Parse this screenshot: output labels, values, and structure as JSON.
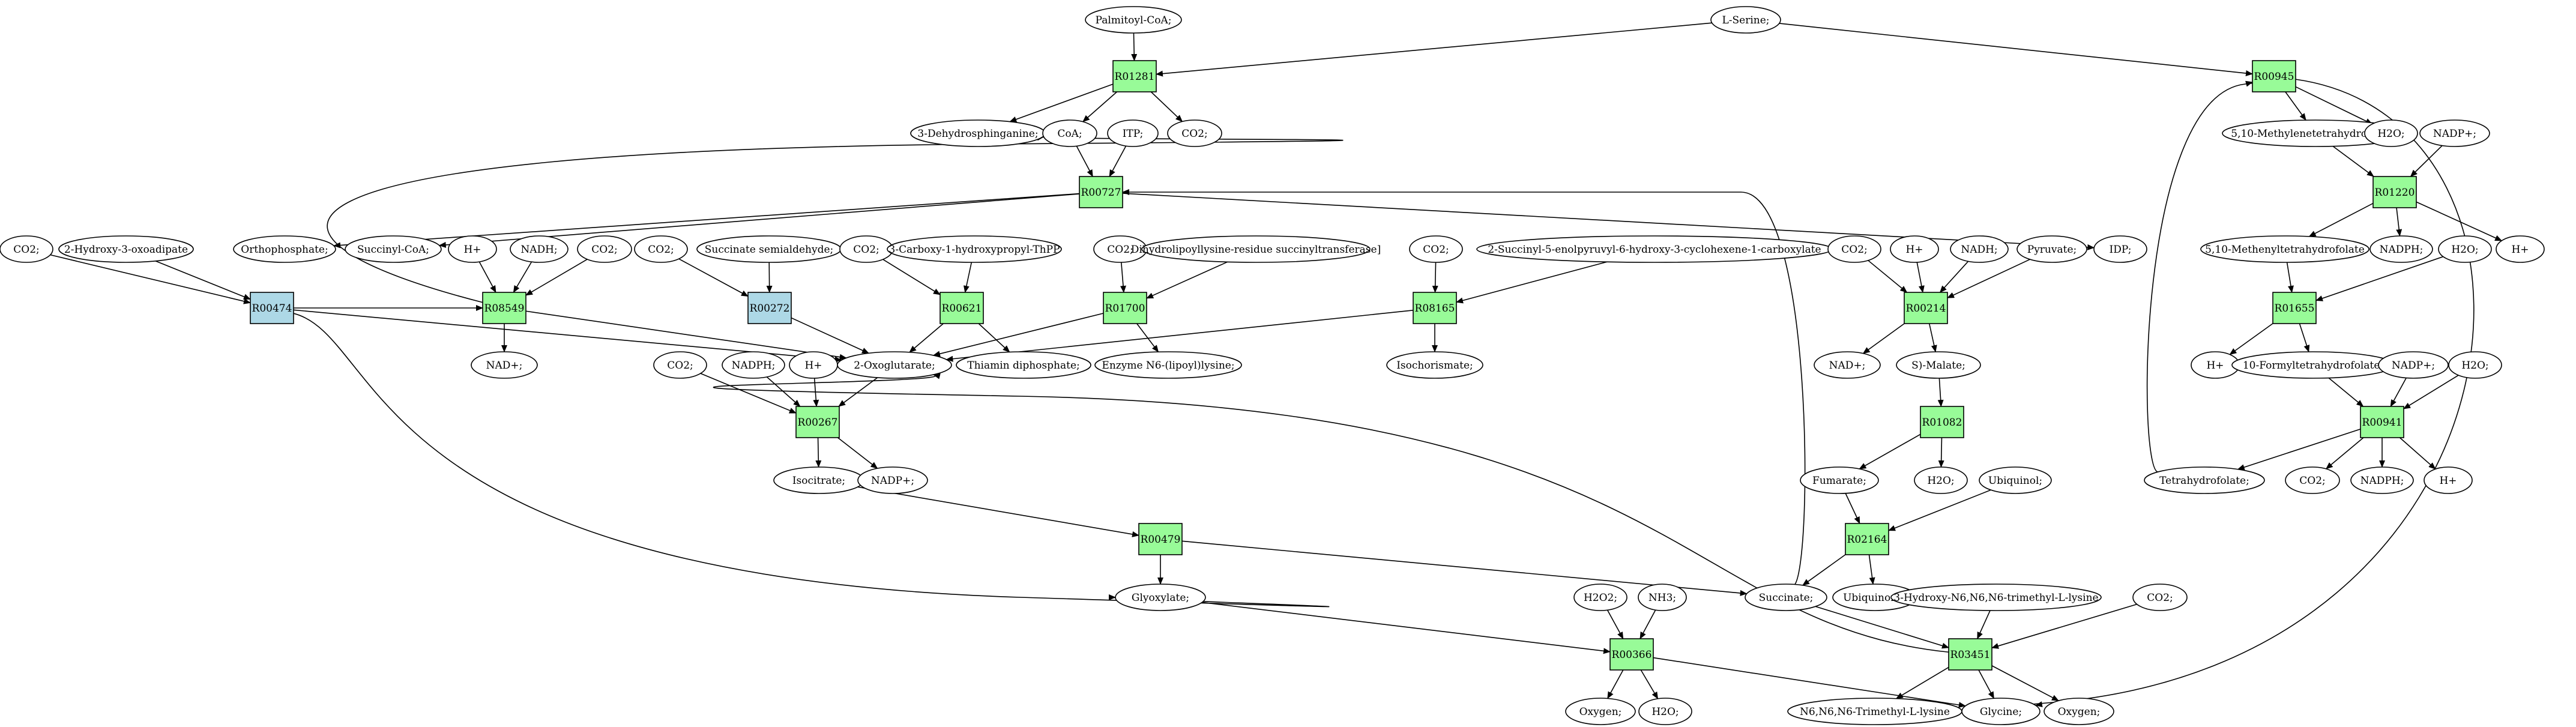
{
  "colors": {
    "background": "#ffffff",
    "reaction_default": "#98fb98",
    "reaction_alt": "#add8e6",
    "compound_default": "#ffffff",
    "compound_serine": "#00ee00",
    "compound_glycine": "#ffff00",
    "stroke": "#000000"
  },
  "reactions": [
    {
      "id": "R01281",
      "label": "R01281",
      "fill": "reaction_default"
    },
    {
      "id": "R00727",
      "label": "R00727",
      "fill": "reaction_default"
    },
    {
      "id": "R00945",
      "label": "R00945",
      "fill": "reaction_default"
    },
    {
      "id": "R01220",
      "label": "R01220",
      "fill": "reaction_default"
    },
    {
      "id": "R01655",
      "label": "R01655",
      "fill": "reaction_default"
    },
    {
      "id": "R00941",
      "label": "R00941",
      "fill": "reaction_default"
    },
    {
      "id": "R00474",
      "label": "R00474",
      "fill": "reaction_alt"
    },
    {
      "id": "R08549",
      "label": "R08549",
      "fill": "reaction_default"
    },
    {
      "id": "R00272",
      "label": "R00272",
      "fill": "reaction_alt"
    },
    {
      "id": "R00621",
      "label": "R00621",
      "fill": "reaction_default"
    },
    {
      "id": "R01700",
      "label": "R01700",
      "fill": "reaction_default"
    },
    {
      "id": "R08165",
      "label": "R08165",
      "fill": "reaction_default"
    },
    {
      "id": "R00214",
      "label": "R00214",
      "fill": "reaction_default"
    },
    {
      "id": "R00267",
      "label": "R00267",
      "fill": "reaction_default"
    },
    {
      "id": "R01082",
      "label": "R01082",
      "fill": "reaction_default"
    },
    {
      "id": "R02164",
      "label": "R02164",
      "fill": "reaction_default"
    },
    {
      "id": "R00479",
      "label": "R00479",
      "fill": "reaction_default"
    },
    {
      "id": "R00366",
      "label": "R00366",
      "fill": "reaction_default"
    },
    {
      "id": "R03451",
      "label": "R03451",
      "fill": "reaction_default"
    }
  ],
  "compounds": [
    {
      "id": "palmitoyl_coa",
      "label": "Palmitoyl-CoA;",
      "fill": "compound_default"
    },
    {
      "id": "l_serine",
      "label": "L-Serine;",
      "fill": "compound_serine"
    },
    {
      "id": "dehydrosphinganine",
      "label": "3-Dehydrosphinganine;",
      "fill": "compound_default"
    },
    {
      "id": "coa",
      "label": "CoA;",
      "fill": "compound_default"
    },
    {
      "id": "itp",
      "label": "ITP;",
      "fill": "compound_default"
    },
    {
      "id": "co2_r01281",
      "label": "CO2;",
      "fill": "compound_default"
    },
    {
      "id": "orthophosphate",
      "label": "Orthophosphate;",
      "fill": "compound_default"
    },
    {
      "id": "succinyl_coa",
      "label": "Succinyl-CoA;",
      "fill": "compound_default"
    },
    {
      "id": "idp",
      "label": "IDP;",
      "fill": "compound_default"
    },
    {
      "id": "h_r08549",
      "label": "H+",
      "fill": "compound_default"
    },
    {
      "id": "nadh_r08549",
      "label": "NADH;",
      "fill": "compound_default"
    },
    {
      "id": "co2_r08549",
      "label": "CO2;",
      "fill": "compound_default"
    },
    {
      "id": "nad_r08549",
      "label": "NAD+;",
      "fill": "compound_default"
    },
    {
      "id": "co2_r00474",
      "label": "CO2;",
      "fill": "compound_default"
    },
    {
      "id": "hydroxy_oxoadipate",
      "label": "2-Hydroxy-3-oxoadipate",
      "fill": "compound_default"
    },
    {
      "id": "co2_r00272",
      "label": "CO2;",
      "fill": "compound_default"
    },
    {
      "id": "succinate_semialdehyde",
      "label": "Succinate semialdehyde;",
      "fill": "compound_default"
    },
    {
      "id": "co2_r00621",
      "label": "CO2;",
      "fill": "compound_default"
    },
    {
      "id": "carboxy_thpp",
      "label": "3-Carboxy-1-hydroxypropyl-ThPP",
      "fill": "compound_default"
    },
    {
      "id": "thiamin_dp",
      "label": "Thiamin diphosphate;",
      "fill": "compound_default"
    },
    {
      "id": "co2_r01700",
      "label": "CO2;",
      "fill": "compound_default"
    },
    {
      "id": "dihydrolipoyl",
      "label": "Dihydrolipoyllysine-residue succinyltransferase]",
      "fill": "compound_default"
    },
    {
      "id": "lipoyllysine",
      "label": "Enzyme N6-(lipoyl)lysine;",
      "fill": "compound_default"
    },
    {
      "id": "co2_r08165",
      "label": "CO2;",
      "fill": "compound_default"
    },
    {
      "id": "succinyl_enolpyruvyl",
      "label": "2-Succinyl-5-enolpyruvyl-6-hydroxy-3-cyclohexene-1-carboxylate",
      "fill": "compound_default"
    },
    {
      "id": "isochorismate",
      "label": "Isochorismate;",
      "fill": "compound_default"
    },
    {
      "id": "oxoglutarate",
      "label": "2-Oxoglutarate;",
      "fill": "compound_default"
    },
    {
      "id": "co2_r00267",
      "label": "CO2;",
      "fill": "compound_default"
    },
    {
      "id": "nadph_r00267",
      "label": "NADPH;",
      "fill": "compound_default"
    },
    {
      "id": "h_r00267",
      "label": "H+",
      "fill": "compound_default"
    },
    {
      "id": "isocitrate",
      "label": "Isocitrate;",
      "fill": "compound_default"
    },
    {
      "id": "nadp_r00267",
      "label": "NADP+;",
      "fill": "compound_default"
    },
    {
      "id": "glyoxylate",
      "label": "Glyoxylate;",
      "fill": "compound_default"
    },
    {
      "id": "co2_r00214",
      "label": "CO2;",
      "fill": "compound_default"
    },
    {
      "id": "h_r00214",
      "label": "H+",
      "fill": "compound_default"
    },
    {
      "id": "nadh_r00214",
      "label": "NADH;",
      "fill": "compound_default"
    },
    {
      "id": "pyruvate",
      "label": "Pyruvate;",
      "fill": "compound_default"
    },
    {
      "id": "nad_r00214",
      "label": "NAD+;",
      "fill": "compound_default"
    },
    {
      "id": "s_malate",
      "label": "S)-Malate;",
      "fill": "compound_default"
    },
    {
      "id": "fumarate",
      "label": "Fumarate;",
      "fill": "compound_default"
    },
    {
      "id": "h2o_r01082",
      "label": "H2O;",
      "fill": "compound_default"
    },
    {
      "id": "ubiquinol",
      "label": "Ubiquinol;",
      "fill": "compound_default"
    },
    {
      "id": "succinate",
      "label": "Succinate;",
      "fill": "compound_default"
    },
    {
      "id": "ubiquinone",
      "label": "Ubiquinone;",
      "fill": "compound_default"
    },
    {
      "id": "h2o2",
      "label": "H2O2;",
      "fill": "compound_default"
    },
    {
      "id": "nh3",
      "label": "NH3;",
      "fill": "compound_default"
    },
    {
      "id": "oxygen_r00366",
      "label": "Oxygen;",
      "fill": "compound_default"
    },
    {
      "id": "h2o_r00366",
      "label": "H2O;",
      "fill": "compound_default"
    },
    {
      "id": "hydroxy_trimethyllysine",
      "label": "3-Hydroxy-N6,N6,N6-trimethyl-L-lysine",
      "fill": "compound_default"
    },
    {
      "id": "co2_r03451",
      "label": "CO2;",
      "fill": "compound_default"
    },
    {
      "id": "trimethyllysine",
      "label": "N6,N6,N6-Trimethyl-L-lysine",
      "fill": "compound_default"
    },
    {
      "id": "glycine",
      "label": "Glycine;",
      "fill": "compound_glycine"
    },
    {
      "id": "oxygen_r03451",
      "label": "Oxygen;",
      "fill": "compound_default"
    },
    {
      "id": "methylenethf",
      "label": "5,10-Methylenetetrahydrofolate;",
      "fill": "compound_default"
    },
    {
      "id": "h2o_r00945",
      "label": "H2O;",
      "fill": "compound_default"
    },
    {
      "id": "nadp_r01220",
      "label": "NADP+;",
      "fill": "compound_default"
    },
    {
      "id": "methenylthf",
      "label": "5,10-Methenyltetrahydrofolate",
      "fill": "compound_default"
    },
    {
      "id": "nadph_r01220",
      "label": "NADPH;",
      "fill": "compound_default"
    },
    {
      "id": "h2o_r01655",
      "label": "H2O;",
      "fill": "compound_default"
    },
    {
      "id": "h_r01220",
      "label": "H+",
      "fill": "compound_default"
    },
    {
      "id": "h_r01655",
      "label": "H+",
      "fill": "compound_default"
    },
    {
      "id": "formylthf",
      "label": "10-Formyltetrahydrofolate;",
      "fill": "compound_default"
    },
    {
      "id": "nadp_r00941",
      "label": "NADP+;",
      "fill": "compound_default"
    },
    {
      "id": "h2o_r00941",
      "label": "H2O;",
      "fill": "compound_default"
    },
    {
      "id": "tetrahydrofolate",
      "label": "Tetrahydrofolate;",
      "fill": "compound_default"
    },
    {
      "id": "co2_r00941",
      "label": "CO2;",
      "fill": "compound_default"
    },
    {
      "id": "nadph_r00941",
      "label": "NADPH;",
      "fill": "compound_default"
    },
    {
      "id": "h_r00941",
      "label": "H+",
      "fill": "compound_default"
    }
  ],
  "edges": [
    {
      "from": "palmitoyl_coa",
      "to": "R01281"
    },
    {
      "from": "l_serine",
      "to": "R01281"
    },
    {
      "from": "l_serine",
      "to": "R00945"
    },
    {
      "from": "R01281",
      "to": "dehydrosphinganine"
    },
    {
      "from": "R01281",
      "to": "coa"
    },
    {
      "from": "R01281",
      "to": "co2_r01281"
    },
    {
      "from": "coa",
      "to": "R00727"
    },
    {
      "from": "itp",
      "to": "R00727"
    },
    {
      "from": "R00727",
      "to": "orthophosphate"
    },
    {
      "from": "R00727",
      "to": "succinyl_coa"
    },
    {
      "from": "R00727",
      "to": "idp"
    },
    {
      "from": "R08549",
      "to": "coa"
    },
    {
      "from": "h_r08549",
      "to": "R08549"
    },
    {
      "from": "nadh_r08549",
      "to": "R08549"
    },
    {
      "from": "co2_r08549",
      "to": "R08549"
    },
    {
      "from": "R00474",
      "to": "R08549"
    },
    {
      "from": "R08549",
      "to": "nad_r08549"
    },
    {
      "from": "R08549",
      "to": "oxoglutarate"
    },
    {
      "from": "co2_r00474",
      "to": "R00474"
    },
    {
      "from": "hydroxy_oxoadipate",
      "to": "R00474"
    },
    {
      "from": "R00474",
      "to": "oxoglutarate"
    },
    {
      "from": "R00474",
      "to": "glyoxylate"
    },
    {
      "from": "co2_r00272",
      "to": "R00272"
    },
    {
      "from": "succinate_semialdehyde",
      "to": "R00272"
    },
    {
      "from": "R00272",
      "to": "oxoglutarate"
    },
    {
      "from": "co2_r00621",
      "to": "R00621"
    },
    {
      "from": "carboxy_thpp",
      "to": "R00621"
    },
    {
      "from": "R00621",
      "to": "oxoglutarate"
    },
    {
      "from": "R00621",
      "to": "thiamin_dp"
    },
    {
      "from": "co2_r01700",
      "to": "R01700"
    },
    {
      "from": "dihydrolipoyl",
      "to": "R01700"
    },
    {
      "from": "R01700",
      "to": "oxoglutarate"
    },
    {
      "from": "R01700",
      "to": "lipoyllysine"
    },
    {
      "from": "co2_r08165",
      "to": "R08165"
    },
    {
      "from": "succinyl_enolpyruvyl",
      "to": "R08165"
    },
    {
      "from": "R08165",
      "to": "oxoglutarate"
    },
    {
      "from": "R08165",
      "to": "isochorismate"
    },
    {
      "from": "oxoglutarate",
      "to": "R00267"
    },
    {
      "from": "co2_r00267",
      "to": "R00267"
    },
    {
      "from": "nadph_r00267",
      "to": "R00267"
    },
    {
      "from": "h_r00267",
      "to": "R00267"
    },
    {
      "from": "R00267",
      "to": "isocitrate"
    },
    {
      "from": "R00267",
      "to": "nadp_r00267"
    },
    {
      "from": "isocitrate",
      "to": "R00479"
    },
    {
      "from": "R00479",
      "to": "glyoxylate"
    },
    {
      "from": "R00479",
      "to": "succinate"
    },
    {
      "from": "glyoxylate",
      "to": "R00366"
    },
    {
      "from": "h2o2",
      "to": "R00366"
    },
    {
      "from": "nh3",
      "to": "R00366"
    },
    {
      "from": "R00366",
      "to": "oxygen_r00366"
    },
    {
      "from": "R00366",
      "to": "h2o_r00366"
    },
    {
      "from": "R00366",
      "to": "glycine"
    },
    {
      "from": "co2_r00214",
      "to": "R00214"
    },
    {
      "from": "h_r00214",
      "to": "R00214"
    },
    {
      "from": "nadh_r00214",
      "to": "R00214"
    },
    {
      "from": "pyruvate",
      "to": "R00214"
    },
    {
      "from": "R00214",
      "to": "nad_r00214"
    },
    {
      "from": "R00214",
      "to": "s_malate"
    },
    {
      "from": "s_malate",
      "to": "R01082"
    },
    {
      "from": "R01082",
      "to": "fumarate"
    },
    {
      "from": "R01082",
      "to": "h2o_r01082"
    },
    {
      "from": "fumarate",
      "to": "R02164"
    },
    {
      "from": "ubiquinol",
      "to": "R02164"
    },
    {
      "from": "R02164",
      "to": "succinate"
    },
    {
      "from": "R02164",
      "to": "ubiquinone"
    },
    {
      "from": "succinate",
      "to": "R00727"
    },
    {
      "from": "succinate",
      "to": "R03451"
    },
    {
      "from": "hydroxy_trimethyllysine",
      "to": "R03451"
    },
    {
      "from": "co2_r03451",
      "to": "R03451"
    },
    {
      "from": "R03451",
      "to": "oxoglutarate"
    },
    {
      "from": "R03451",
      "to": "trimethyllysine"
    },
    {
      "from": "R03451",
      "to": "glycine"
    },
    {
      "from": "R03451",
      "to": "oxygen_r03451"
    },
    {
      "from": "R00945",
      "to": "methylenethf"
    },
    {
      "from": "R00945",
      "to": "h2o_r00945"
    },
    {
      "from": "R00945",
      "to": "glycine"
    },
    {
      "from": "methylenethf",
      "to": "R01220"
    },
    {
      "from": "nadp_r01220",
      "to": "R01220"
    },
    {
      "from": "R01220",
      "to": "methenylthf"
    },
    {
      "from": "R01220",
      "to": "nadph_r01220"
    },
    {
      "from": "R01220",
      "to": "h_r01220"
    },
    {
      "from": "methenylthf",
      "to": "R01655"
    },
    {
      "from": "h2o_r01655",
      "to": "R01655"
    },
    {
      "from": "R01655",
      "to": "h_r01655"
    },
    {
      "from": "R01655",
      "to": "formylthf"
    },
    {
      "from": "formylthf",
      "to": "R00941"
    },
    {
      "from": "nadp_r00941",
      "to": "R00941"
    },
    {
      "from": "h2o_r00941",
      "to": "R00941"
    },
    {
      "from": "R00941",
      "to": "tetrahydrofolate"
    },
    {
      "from": "R00941",
      "to": "co2_r00941"
    },
    {
      "from": "R00941",
      "to": "nadph_r00941"
    },
    {
      "from": "R00941",
      "to": "h_r00941"
    },
    {
      "from": "tetrahydrofolate",
      "to": "R00945"
    }
  ]
}
